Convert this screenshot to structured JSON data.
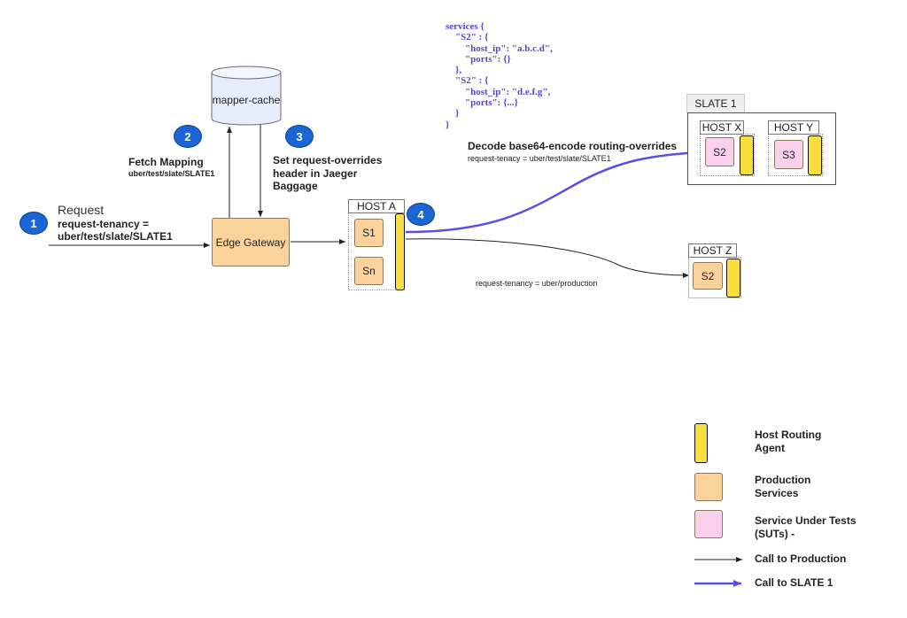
{
  "colors": {
    "badge": "#1a66d6",
    "production": "#fbd39a",
    "sut": "#fbd0ec",
    "agent": "#f8df3c",
    "slate_arrow": "#5b4ee6",
    "prod_arrow": "#222222",
    "code_text": "#5448c8"
  },
  "cache": {
    "label": "mapper-cache"
  },
  "steps": {
    "s1": {
      "number": "1",
      "title": "Request",
      "detail": "request-tenancy =\nuber/test/slate/SLATE1"
    },
    "s2": {
      "number": "2",
      "title": "Fetch Mapping",
      "detail": "uber/test/slate/SLATE1"
    },
    "s3": {
      "number": "3",
      "title": "Set request-overrides\nheader in Jaeger\nBaggage"
    },
    "s4": {
      "number": "4"
    }
  },
  "gateway": {
    "label": "Edge Gateway"
  },
  "host_a": {
    "label": "HOST A",
    "services": [
      "S1",
      "Sn"
    ]
  },
  "slate": {
    "label": "SLATE 1",
    "hosts": [
      {
        "label": "HOST X",
        "service": "S2"
      },
      {
        "label": "HOST Y",
        "service": "S3"
      }
    ]
  },
  "host_z": {
    "label": "HOST Z",
    "service": "S2"
  },
  "code_block": "services {\n    \"S2\" : {\n        \"host_ip\": \"a.b.c.d\",\n        \"ports\": {}\n    },\n    \"S2\" : {\n        \"host_ip\": \"d.e.f.g\",\n        \"ports\": {...}\n    }\n}",
  "slate_route": {
    "title": "Decode base64-encode routing-overrides",
    "tenancy": "request-tenacy = uber/test/slate/SLATE1"
  },
  "prod_route": {
    "tenancy": "request-tenancy = uber/production"
  },
  "legend": {
    "agent": "Host  Routing\nAgent",
    "production": "Production\nServices",
    "sut": "Service Under Tests\n(SUTs) -",
    "call_production": "Call to Production",
    "call_slate": "Call to SLATE 1"
  }
}
